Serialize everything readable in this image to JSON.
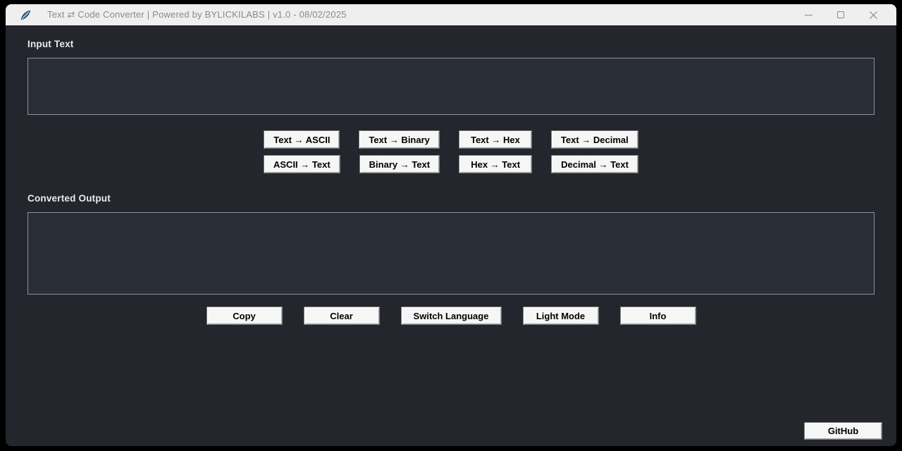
{
  "window": {
    "title": "Text ⇄ Code Converter | Powered by BYLICKILABS | v1.0 - 08/02/2025",
    "icons": {
      "app": "python-feather-icon",
      "minimize": "minimize-dash",
      "maximize": "maximize-square",
      "close": "close-x"
    }
  },
  "labels": {
    "input": "Input Text",
    "output": "Converted Output"
  },
  "textareas": {
    "input_value": "",
    "output_value": ""
  },
  "conversion_buttons": {
    "row1": [
      "Text → ASCII",
      "Text → Binary",
      "Text → Hex",
      "Text → Decimal"
    ],
    "row2": [
      "ASCII → Text",
      "Binary → Text",
      "Hex → Text",
      "Decimal → Text"
    ]
  },
  "action_buttons": [
    "Copy",
    "Clear",
    "Switch Language",
    "Light Mode",
    "Info"
  ],
  "github_button": "GitHub",
  "colors": {
    "canvas_bg": "#000000",
    "window_bg": "#23262d",
    "titlebar_bg": "#efefef",
    "titlebar_text": "#8a8a8a",
    "control_icon": "#8a8a8a",
    "label_text": "#e9ebee",
    "textarea_bg": "#292d35",
    "textarea_border": "#8d9197",
    "button_bg": "#f6f6f6",
    "button_text": "#000000",
    "button_border": "#7d7d7d",
    "feather_blue": "#3776ab"
  }
}
